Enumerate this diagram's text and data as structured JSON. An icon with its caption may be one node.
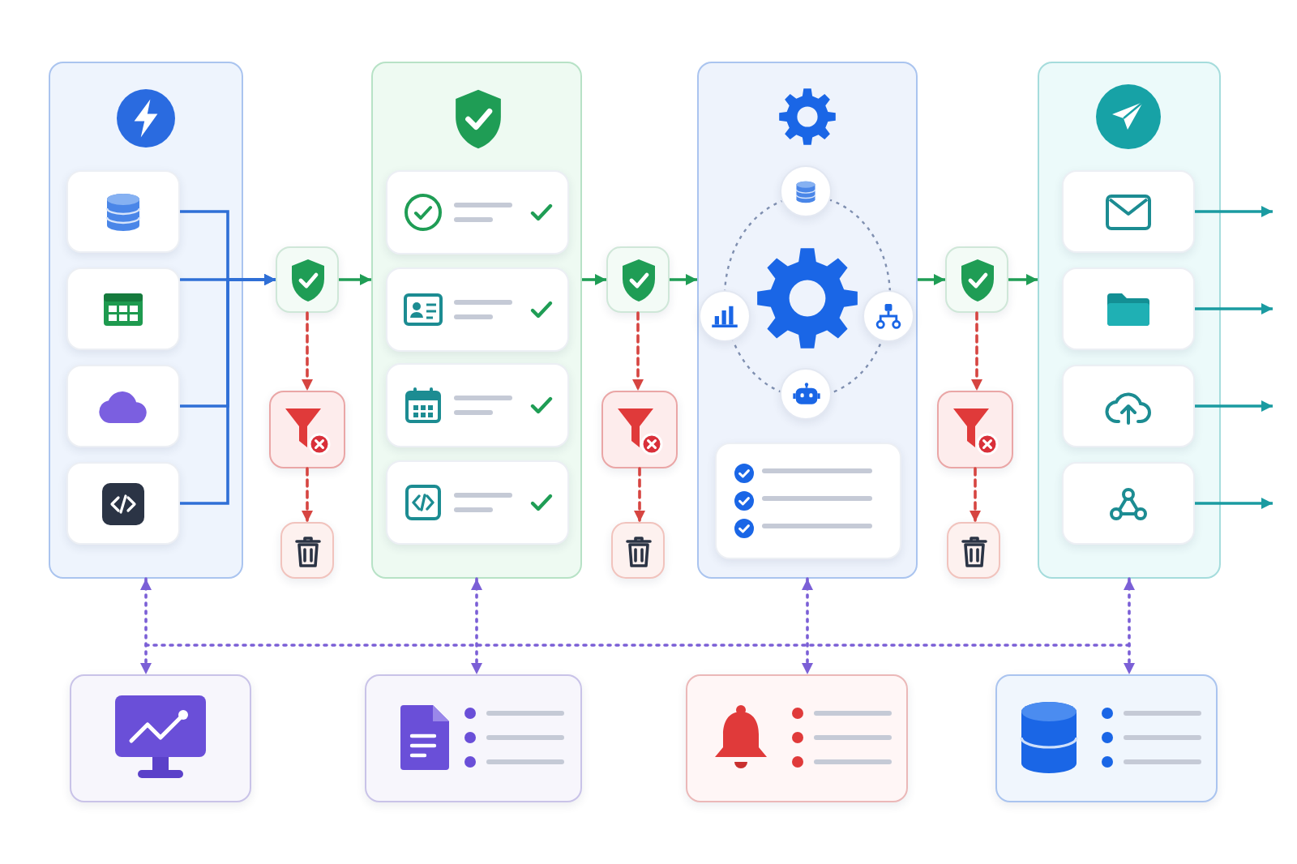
{
  "diagram": {
    "nodes": [
      {
        "text": [],
        "shape": "box"
      },
      {
        "text": [],
        "shape": "box",
        "in": 0
      },
      {
        "text": [],
        "shape": "box",
        "in": 0
      },
      {
        "text": [],
        "shape": "box",
        "in": 0
      },
      {
        "text": [],
        "shape": "box",
        "in": 0
      },
      {
        "text": [],
        "shape": "box"
      },
      {
        "text": [],
        "shape": "box"
      },
      {
        "text": [],
        "shape": "box"
      },
      {
        "text": [],
        "shape": "box"
      },
      {
        "text": [],
        "shape": "box",
        "in": 8
      },
      {
        "text": [],
        "shape": "box",
        "in": 8
      },
      {
        "text": [],
        "shape": "box",
        "in": 8
      },
      {
        "text": [],
        "shape": "box",
        "in": 8
      },
      {
        "text": [],
        "shape": "box"
      },
      {
        "text": [],
        "shape": "box"
      },
      {
        "text": [],
        "shape": "box"
      },
      {
        "text": [],
        "shape": "box"
      },
      {
        "text": [],
        "shape": "circle",
        "in": 16
      },
      {
        "text": [],
        "shape": "circle",
        "in": 16
      },
      {
        "text": [],
        "shape": "circle",
        "in": 16
      },
      {
        "text": [],
        "shape": "circle",
        "in": 16
      },
      {
        "text": [],
        "shape": "box",
        "in": 16
      },
      {
        "text": [],
        "shape": "box"
      },
      {
        "text": [],
        "shape": "box"
      },
      {
        "text": [],
        "shape": "box"
      },
      {
        "text": [],
        "shape": "box"
      },
      {
        "text": [],
        "shape": "box",
        "in": 25
      },
      {
        "text": [],
        "shape": "box",
        "in": 25
      },
      {
        "text": [],
        "shape": "box",
        "in": 25
      },
      {
        "text": [],
        "shape": "box",
        "in": 25
      },
      {
        "text": [],
        "shape": "box"
      },
      {
        "text": [],
        "shape": "box"
      },
      {
        "text": [],
        "shape": "box"
      },
      {
        "text": [],
        "shape": "box"
      }
    ],
    "edges": [
      {
        "from": 1,
        "to": 5,
        "arrow": "to",
        "color": "#2f6fd6"
      },
      {
        "from": 2,
        "to": 5,
        "arrow": "to",
        "color": "#2f6fd6"
      },
      {
        "from": 3,
        "to": 5,
        "arrow": "to",
        "color": "#2f6fd6"
      },
      {
        "from": 4,
        "to": 5,
        "arrow": "to",
        "color": "#2f6fd6"
      },
      {
        "from": 5,
        "to": 6,
        "arrow": "to",
        "style": "dashed",
        "color": "#d64541"
      },
      {
        "from": 6,
        "to": 7,
        "arrow": "to",
        "style": "dashed",
        "color": "#d64541"
      },
      {
        "from": 5,
        "to": 8,
        "arrow": "to",
        "color": "#1f9d55"
      },
      {
        "from": 8,
        "to": 13,
        "arrow": "to",
        "color": "#1f9d55"
      },
      {
        "from": 13,
        "to": 14,
        "arrow": "to",
        "style": "dashed",
        "color": "#d64541"
      },
      {
        "from": 14,
        "to": 15,
        "arrow": "to",
        "style": "dashed",
        "color": "#d64541"
      },
      {
        "from": 13,
        "to": 16,
        "arrow": "to",
        "color": "#1f9d55"
      },
      {
        "from": 16,
        "to": 22,
        "arrow": "to",
        "color": "#1f9d55"
      },
      {
        "from": 22,
        "to": 23,
        "arrow": "to",
        "style": "dashed",
        "color": "#d64541"
      },
      {
        "from": 23,
        "to": 24,
        "arrow": "to",
        "style": "dashed",
        "color": "#d64541"
      },
      {
        "from": 22,
        "to": 25,
        "arrow": "to",
        "color": "#1f9d55"
      },
      {
        "from": 26,
        "to": null,
        "arrow": "to",
        "color": "#1a9ba1"
      },
      {
        "from": 27,
        "to": null,
        "arrow": "to",
        "color": "#1a9ba1"
      },
      {
        "from": 28,
        "to": null,
        "arrow": "to",
        "color": "#1a9ba1"
      },
      {
        "from": 29,
        "to": null,
        "arrow": "to",
        "color": "#1a9ba1"
      },
      {
        "from": 0,
        "to": 30,
        "arrow": "both",
        "style": "dashed",
        "color": "#7b5fd6"
      },
      {
        "from": 8,
        "to": 31,
        "arrow": "both",
        "style": "dashed",
        "color": "#7b5fd6"
      },
      {
        "from": 16,
        "to": 32,
        "arrow": "both",
        "style": "dashed",
        "color": "#7b5fd6"
      },
      {
        "from": 25,
        "to": 33,
        "arrow": "both",
        "style": "dashed",
        "color": "#7b5fd6"
      }
    ]
  }
}
